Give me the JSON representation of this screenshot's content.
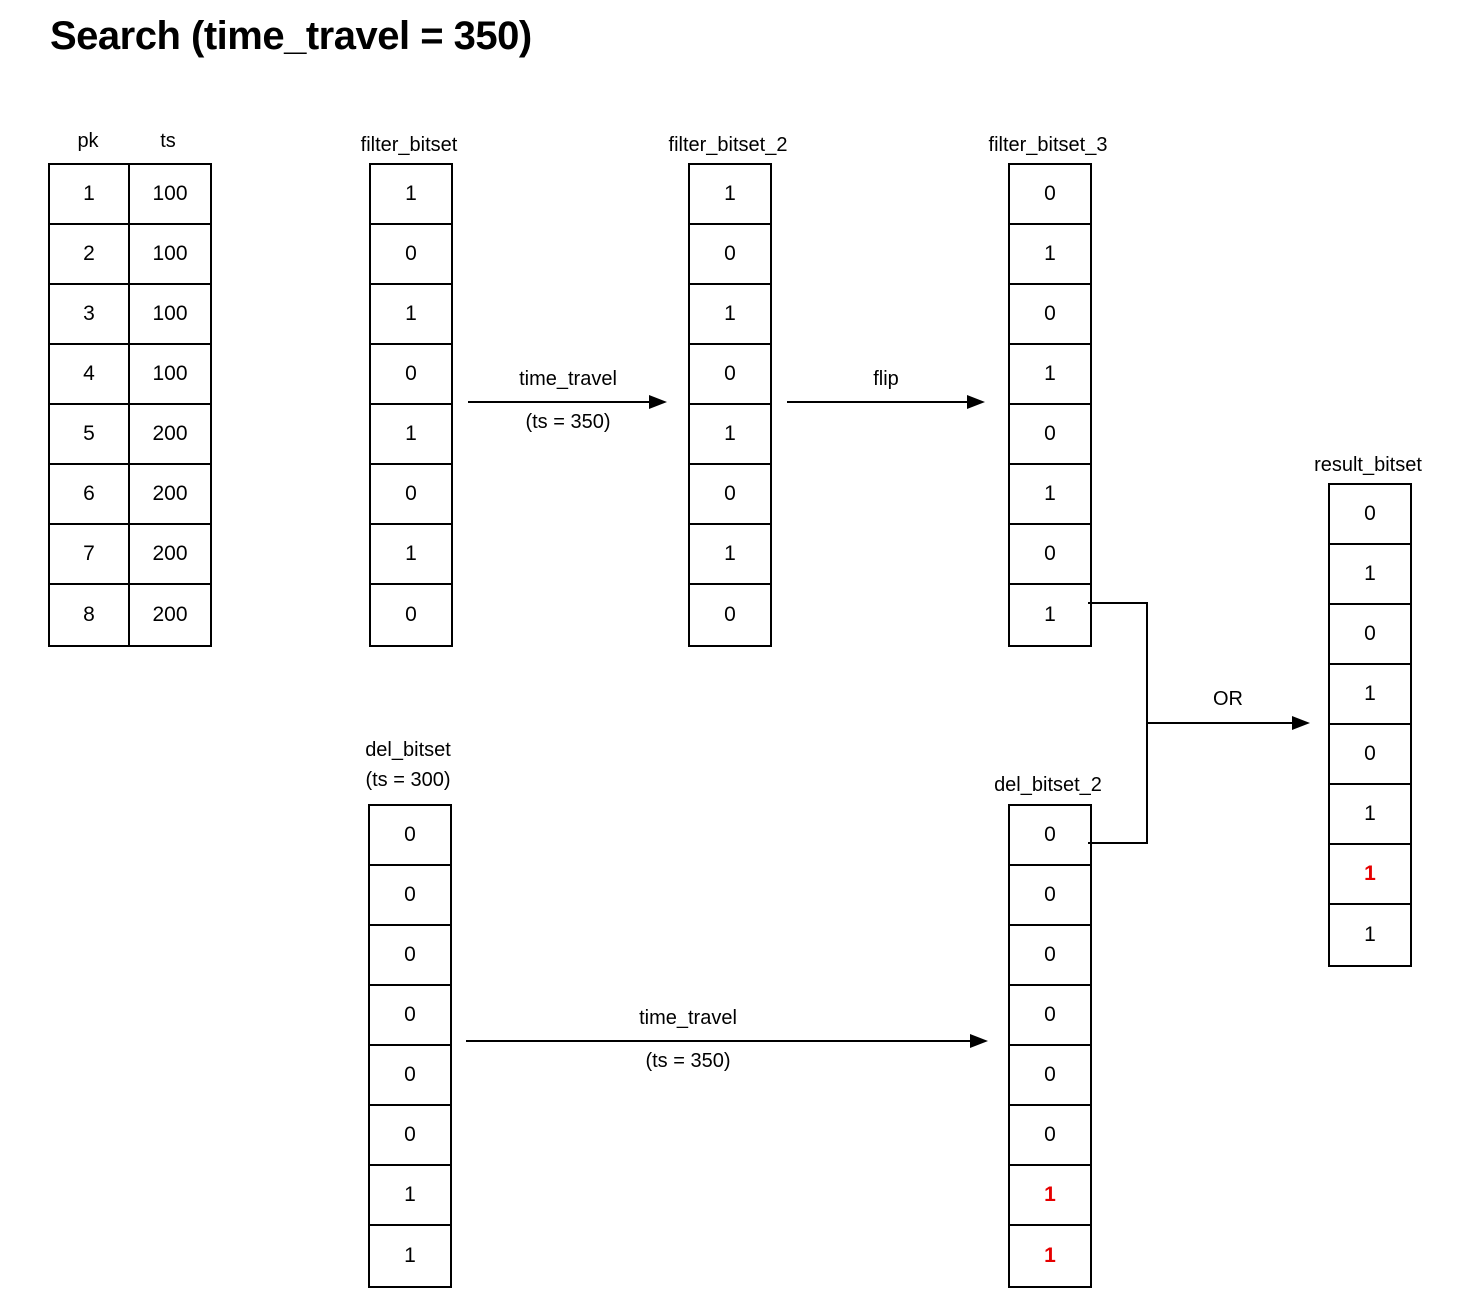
{
  "title": "Search (time_travel = 350)",
  "colors": {
    "highlight_red": "#e60000",
    "line": "#000000",
    "text": "#000000",
    "background": "#ffffff"
  },
  "record_table": {
    "columns": [
      "pk",
      "ts"
    ],
    "rows": [
      [
        "1",
        "100"
      ],
      [
        "2",
        "100"
      ],
      [
        "3",
        "100"
      ],
      [
        "4",
        "100"
      ],
      [
        "5",
        "200"
      ],
      [
        "6",
        "200"
      ],
      [
        "7",
        "200"
      ],
      [
        "8",
        "200"
      ]
    ]
  },
  "bitsets": {
    "filter_bitset": {
      "label": "filter_bitset",
      "values": [
        "1",
        "0",
        "1",
        "0",
        "1",
        "0",
        "1",
        "0"
      ],
      "highlight_indices": []
    },
    "filter_bitset_2": {
      "label": "filter_bitset_2",
      "values": [
        "1",
        "0",
        "1",
        "0",
        "1",
        "0",
        "1",
        "0"
      ],
      "highlight_indices": []
    },
    "filter_bitset_3": {
      "label": "filter_bitset_3",
      "values": [
        "0",
        "1",
        "0",
        "1",
        "0",
        "1",
        "0",
        "1"
      ],
      "highlight_indices": []
    },
    "del_bitset": {
      "label": "del_bitset",
      "sublabel": "(ts = 300)",
      "values": [
        "0",
        "0",
        "0",
        "0",
        "0",
        "0",
        "1",
        "1"
      ],
      "highlight_indices": []
    },
    "del_bitset_2": {
      "label": "del_bitset_2",
      "values": [
        "0",
        "0",
        "0",
        "0",
        "0",
        "0",
        "1",
        "1"
      ],
      "highlight_indices": [
        6,
        7
      ]
    },
    "result_bitset": {
      "label": "result_bitset",
      "values": [
        "0",
        "1",
        "0",
        "1",
        "0",
        "1",
        "1",
        "1"
      ],
      "highlight_indices": [
        6
      ]
    }
  },
  "arrows": {
    "time_travel_top": {
      "label": "time_travel",
      "sublabel": "(ts = 350)"
    },
    "flip": {
      "label": "flip"
    },
    "time_travel_bottom": {
      "label": "time_travel",
      "sublabel": "(ts = 350)"
    },
    "or": {
      "label": "OR"
    }
  }
}
